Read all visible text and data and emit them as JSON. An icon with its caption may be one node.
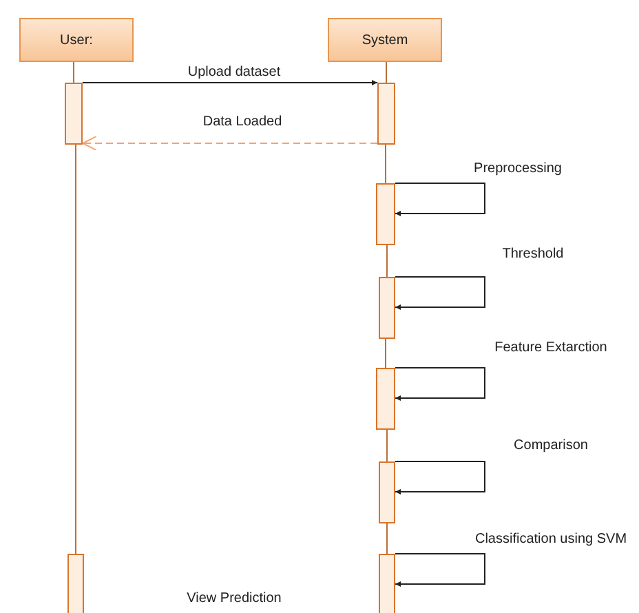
{
  "diagram": {
    "nodes": [
      {
        "text": [
          "User:"
        ]
      },
      {
        "text": [
          "System"
        ]
      },
      {
        "text": [],
        "shape": "bar"
      },
      {
        "text": [],
        "shape": "bar"
      },
      {
        "text": [],
        "shape": "bar"
      },
      {
        "text": [],
        "shape": "bar"
      },
      {
        "text": [],
        "shape": "bar"
      },
      {
        "text": [],
        "shape": "bar"
      },
      {
        "text": [],
        "shape": "bar"
      },
      {
        "text": [],
        "shape": "bar"
      }
    ],
    "edges": [
      {
        "from": 2,
        "to": 3,
        "arrow": "to",
        "label": "Upload dataset",
        "color": "#222222"
      },
      {
        "from": 3,
        "to": 2,
        "arrow": "to",
        "label": "Data Loaded",
        "style": "dashed",
        "color": "#f4a36e"
      },
      {
        "from": 4,
        "to": 4,
        "arrow": "to",
        "label": "Preprocessing",
        "color": "#222222"
      },
      {
        "from": 5,
        "to": 5,
        "arrow": "to",
        "label": "Threshold",
        "color": "#222222"
      },
      {
        "from": 6,
        "to": 6,
        "arrow": "to",
        "label": "Feature Extarction",
        "color": "#222222"
      },
      {
        "from": 7,
        "to": 7,
        "arrow": "to",
        "label": "Comparison",
        "color": "#222222"
      },
      {
        "from": 9,
        "to": 9,
        "arrow": "to",
        "label": "Classification using SVM",
        "color": "#222222"
      },
      {
        "from": 0,
        "to": 2,
        "arrow": "none"
      },
      {
        "from": 2,
        "to": 8,
        "arrow": "none"
      },
      {
        "from": 1,
        "to": 3,
        "arrow": "none"
      },
      {
        "from": 3,
        "to": 4,
        "arrow": "none"
      },
      {
        "from": 4,
        "to": 5,
        "arrow": "none"
      },
      {
        "from": 5,
        "to": 6,
        "arrow": "none"
      },
      {
        "from": 6,
        "to": 7,
        "arrow": "none"
      },
      {
        "from": 7,
        "to": 9,
        "arrow": "none"
      }
    ],
    "labels": [
      "View Prediction"
    ]
  }
}
